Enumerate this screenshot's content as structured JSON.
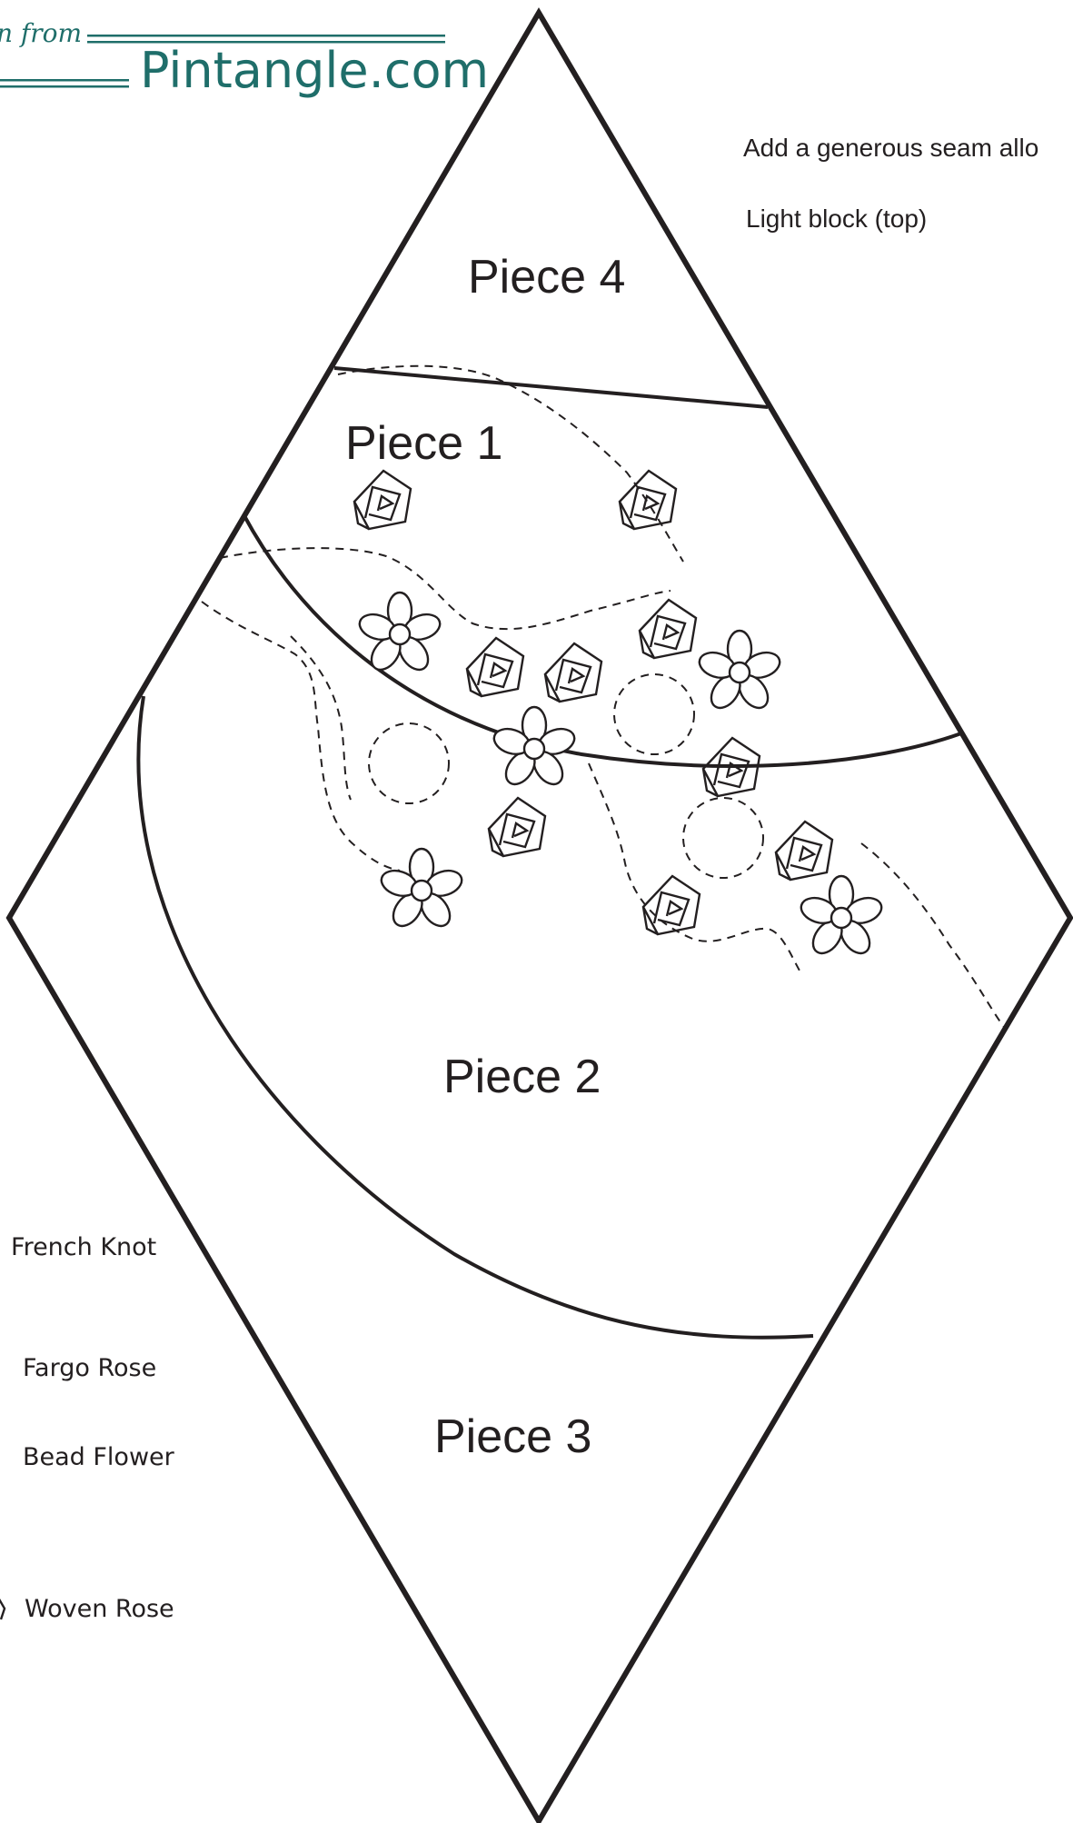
{
  "brand": {
    "script_text": "n from",
    "name": "Pintangle.com",
    "color": "#1f6e6a"
  },
  "notes": {
    "seam_allowance": "Add a generous seam allo",
    "block_note": "Light block (top)"
  },
  "pieces": {
    "piece4": "Piece 4",
    "piece1": "Piece 1",
    "piece2": "Piece 2",
    "piece3": "Piece 3"
  },
  "legend": {
    "french_knot": "French Knot",
    "fargo_rose": "Fargo Rose",
    "bead_flower": "Bead Flower",
    "woven_rose": "Woven  Rose"
  },
  "icons": {
    "bead_flower_icon": "bead-flower-icon",
    "fargo_rose_icon": "fargo-rose-icon",
    "french_knot_icon": "french-knot-icon",
    "woven_rose_icon": "woven-rose-icon"
  },
  "colors": {
    "line": "#231f20",
    "brand": "#1f6e6a",
    "background": "#ffffff"
  }
}
